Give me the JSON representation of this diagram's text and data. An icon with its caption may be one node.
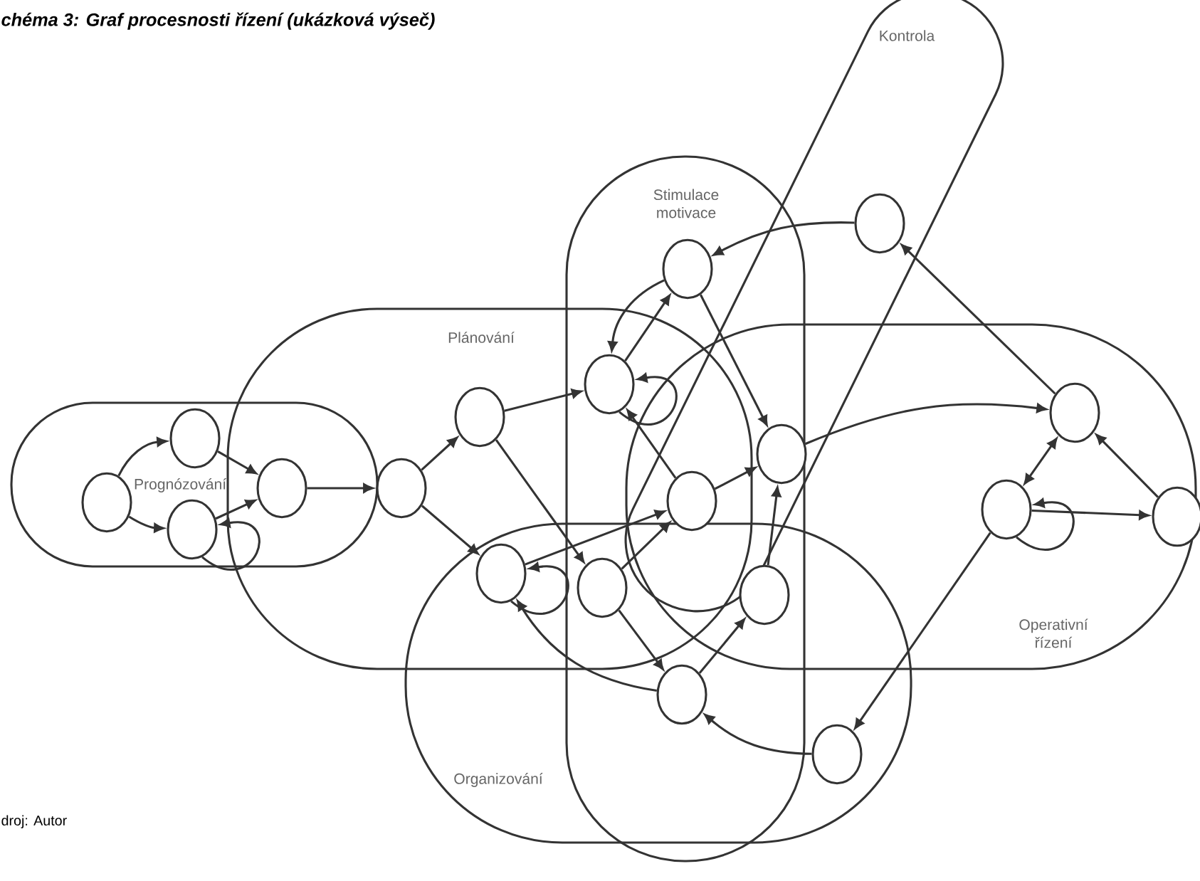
{
  "diagram": {
    "title": "chéma 3: Graf procesnosti řízení (ukázková výseč)",
    "caption": "droj: Autor",
    "nodes": [
      {
        "text": [
          "Prognózování"
        ]
      },
      {
        "text": [
          "Plánování"
        ]
      },
      {
        "text": [
          "Stimulace motivace"
        ]
      },
      {
        "text": [
          "Kontrola"
        ]
      },
      {
        "text": [
          "Organizování"
        ]
      },
      {
        "text": [
          "Operativní řízení"
        ]
      },
      {
        "text": [],
        "shape": "circle"
      },
      {
        "text": [],
        "shape": "circle"
      },
      {
        "text": [],
        "shape": "circle"
      },
      {
        "text": [],
        "shape": "circle"
      },
      {
        "text": [],
        "shape": "circle"
      },
      {
        "text": [],
        "shape": "circle"
      },
      {
        "text": [],
        "shape": "circle"
      },
      {
        "text": [],
        "shape": "circle"
      },
      {
        "text": [],
        "shape": "circle"
      },
      {
        "text": [],
        "shape": "circle"
      },
      {
        "text": [],
        "shape": "circle"
      },
      {
        "text": [],
        "shape": "circle"
      },
      {
        "text": [],
        "shape": "circle"
      },
      {
        "text": [],
        "shape": "circle"
      },
      {
        "text": [],
        "shape": "circle"
      },
      {
        "text": [],
        "shape": "circle"
      },
      {
        "text": [],
        "shape": "circle"
      },
      {
        "text": [],
        "shape": "circle"
      },
      {
        "text": [],
        "shape": "circle"
      }
    ],
    "edges": [
      {
        "from": 6,
        "to": 7,
        "arrow": "to"
      },
      {
        "from": 6,
        "to": 8,
        "arrow": "to"
      },
      {
        "from": 8,
        "to": 8,
        "arrow": "to"
      },
      {
        "from": 7,
        "to": 9,
        "arrow": "to"
      },
      {
        "from": 8,
        "to": 9,
        "arrow": "to"
      },
      {
        "from": 9,
        "to": 10,
        "arrow": "to"
      },
      {
        "from": 10,
        "to": 11,
        "arrow": "to"
      },
      {
        "from": 10,
        "to": 12,
        "arrow": "to"
      },
      {
        "from": 11,
        "to": 13,
        "arrow": "to"
      },
      {
        "from": 11,
        "to": 17,
        "arrow": "to"
      },
      {
        "from": 12,
        "to": 12,
        "arrow": "to"
      },
      {
        "from": 12,
        "to": 15,
        "arrow": "to"
      },
      {
        "from": 19,
        "to": 12,
        "arrow": "to"
      },
      {
        "from": 17,
        "to": 15,
        "arrow": "to"
      },
      {
        "from": 17,
        "to": 19,
        "arrow": "to"
      },
      {
        "from": 15,
        "to": 16,
        "arrow": "to"
      },
      {
        "from": 19,
        "to": 18,
        "arrow": "to"
      },
      {
        "from": 18,
        "to": 16,
        "arrow": "to"
      },
      {
        "from": 24,
        "to": 19,
        "arrow": "to"
      },
      {
        "from": 22,
        "to": 24,
        "arrow": "to"
      },
      {
        "from": 13,
        "to": 13,
        "arrow": "to"
      },
      {
        "from": 14,
        "to": 13,
        "arrow": "to"
      },
      {
        "from": 13,
        "to": 14,
        "arrow": "to"
      },
      {
        "from": 15,
        "to": 13,
        "arrow": "to"
      },
      {
        "from": 14,
        "to": 16,
        "arrow": "to"
      },
      {
        "from": 20,
        "to": 14,
        "arrow": "to"
      },
      {
        "from": 21,
        "to": 20,
        "arrow": "to"
      },
      {
        "from": 16,
        "to": 21,
        "arrow": "to"
      },
      {
        "from": 22,
        "to": 21,
        "arrow": "both"
      },
      {
        "from": 22,
        "to": 22,
        "arrow": "to"
      },
      {
        "from": 22,
        "to": 23,
        "arrow": "to"
      },
      {
        "from": 23,
        "to": 21,
        "arrow": "to"
      }
    ]
  }
}
